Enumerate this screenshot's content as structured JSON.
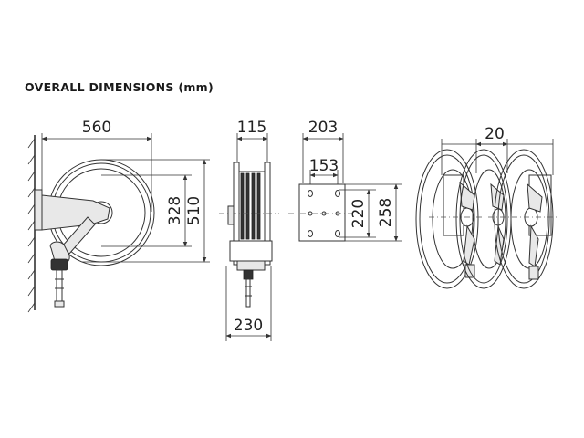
{
  "heading": "OVERALL DIMENSIONS (mm)",
  "dimensions": {
    "side_width": "560",
    "side_inner_height": "328",
    "side_overall_height": "510",
    "front_top_width": "115",
    "front_bottom_width": "230",
    "bracket_width": "203",
    "bracket_hole_width": "153",
    "bracket_hole_height": "220",
    "bracket_height": "258",
    "spacing": "20"
  }
}
